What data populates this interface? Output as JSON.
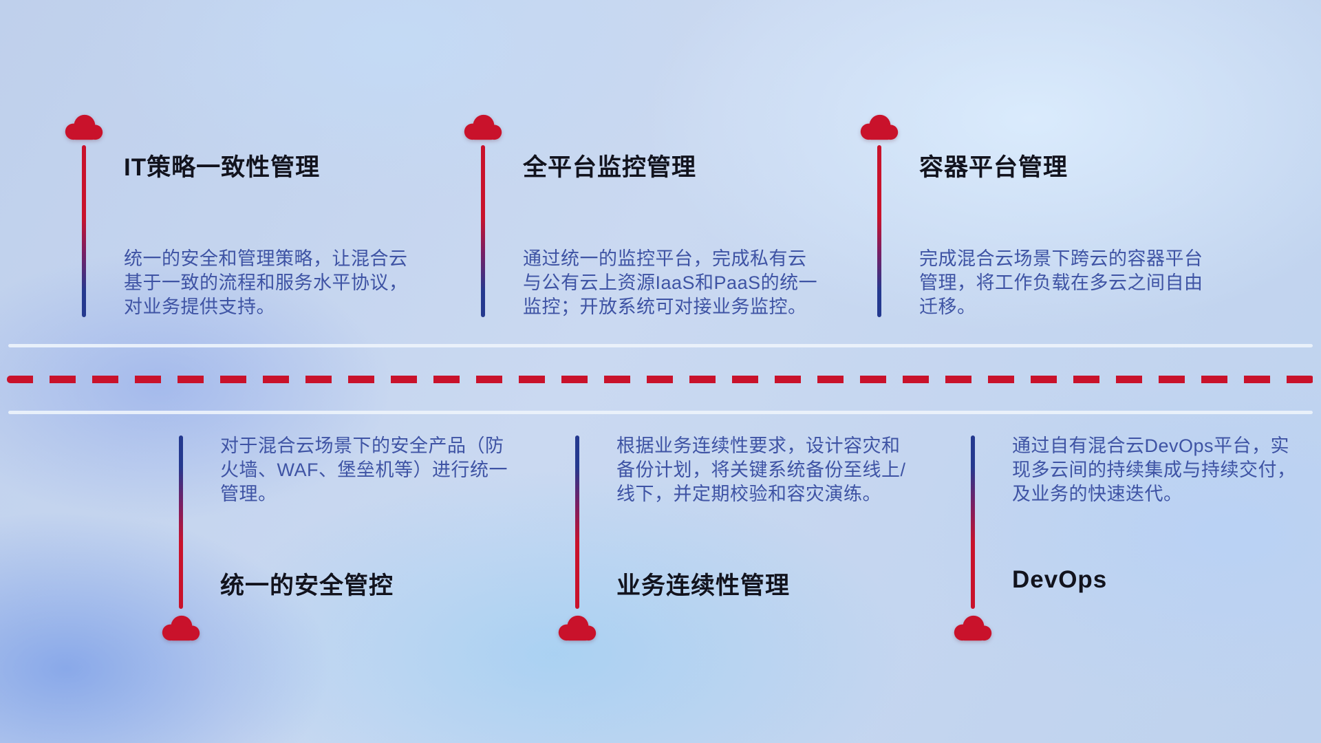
{
  "colors": {
    "accent_red": "#c9122b",
    "accent_blue": "#24398f",
    "title_text": "#12131d",
    "desc_text": "#3e53a4",
    "divider_solid": "#edf3fb"
  },
  "icons": {
    "marker": "cloud-icon"
  },
  "top_items": [
    {
      "title": "IT策略一致性管理",
      "desc": "统一的安全和管理策略，让混合云基于一致的流程和服务水平协议，对业务提供支持。"
    },
    {
      "title": "全平台监控管理",
      "desc": "通过统一的监控平台，完成私有云与公有云上资源IaaS和PaaS的统一监控；开放系统可对接业务监控。"
    },
    {
      "title": "容器平台管理",
      "desc": "完成混合云场景下跨云的容器平台管理，将工作负载在多云之间自由迁移。"
    }
  ],
  "bottom_items": [
    {
      "title": "统一的安全管控",
      "desc": "对于混合云场景下的安全产品（防火墙、WAF、堡垒机等）进行统一管理。"
    },
    {
      "title": "业务连续性管理",
      "desc": "根据业务连续性要求，设计容灾和备份计划，将关键系统备份至线上/线下，并定期校验和容灾演练。"
    },
    {
      "title": "DevOps",
      "desc": "通过自有混合云DevOps平台，实现多云间的持续集成与持续交付，及业务的快速迭代。"
    }
  ]
}
